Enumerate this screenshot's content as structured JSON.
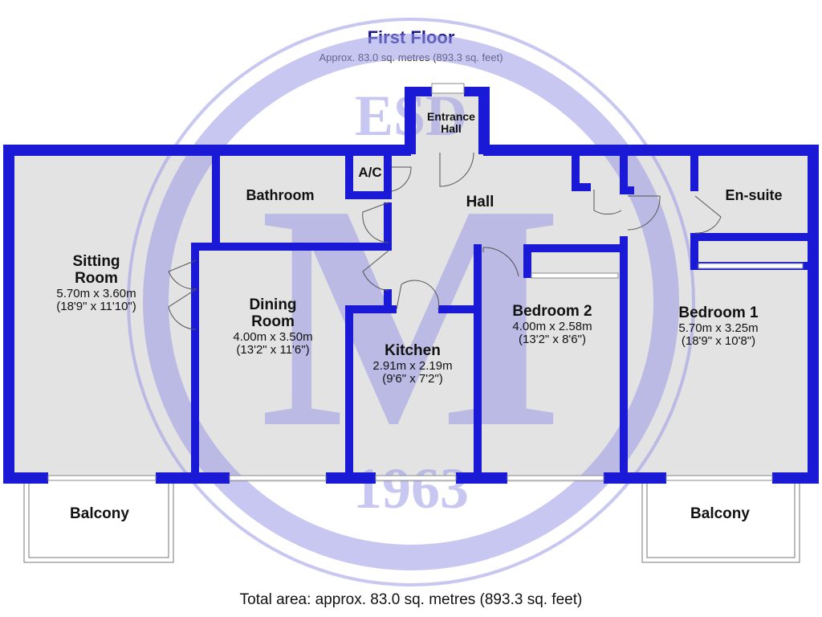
{
  "title": "First Floor",
  "subtitle": "Approx. 83.0 sq. metres (893.3 sq. feet)",
  "footer": "Total area: approx. 83.0 sq. metres (893.3 sq. feet)",
  "watermark": {
    "top": "ESD",
    "letter": "M",
    "year": "1963"
  },
  "colors": {
    "wall": "#1a1ad6",
    "floor": "#e3e3e3",
    "watermark": "#9a9ae8"
  },
  "rooms": {
    "entrance_hall": {
      "name_1": "Entrance",
      "name_2": "Hall"
    },
    "ac": {
      "name": "A/C"
    },
    "bathroom": {
      "name": "Bathroom"
    },
    "hall": {
      "name": "Hall"
    },
    "ensuite": {
      "name": "En-suite"
    },
    "sitting_room": {
      "name_1": "Sitting",
      "name_2": "Room",
      "metric": "5.70m x 3.60m",
      "imperial": "(18'9\" x 11'10\")"
    },
    "dining_room": {
      "name_1": "Dining",
      "name_2": "Room",
      "metric": "4.00m x 3.50m",
      "imperial": "(13'2\" x 11'6\")"
    },
    "kitchen": {
      "name": "Kitchen",
      "metric": "2.91m x 2.19m",
      "imperial": "(9'6\" x 7'2\")"
    },
    "bedroom_2": {
      "name": "Bedroom 2",
      "metric": "4.00m x 2.58m",
      "imperial": "(13'2\" x 8'6\")"
    },
    "bedroom_1": {
      "name": "Bedroom 1",
      "metric": "5.70m x 3.25m",
      "imperial": "(18'9\" x 10'8\")"
    },
    "balcony_left": {
      "name": "Balcony"
    },
    "balcony_right": {
      "name": "Balcony"
    }
  }
}
